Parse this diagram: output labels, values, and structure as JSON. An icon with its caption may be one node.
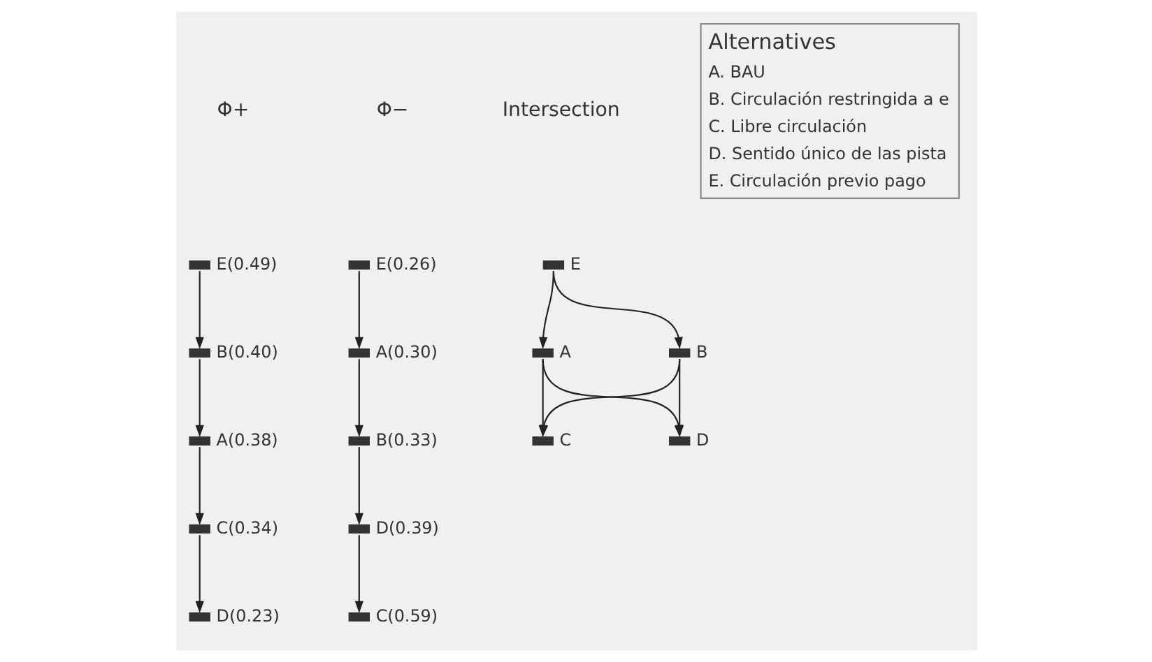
{
  "diagram": {
    "nodes": [
      {
        "text": [],
        "shape": "bar",
        "beside": [
          "E(0.49)"
        ]
      },
      {
        "text": [],
        "shape": "bar",
        "beside": [
          "B(0.40)"
        ]
      },
      {
        "text": [],
        "shape": "bar",
        "beside": [
          "A(0.38)"
        ]
      },
      {
        "text": [],
        "shape": "bar",
        "beside": [
          "C(0.34)"
        ]
      },
      {
        "text": [],
        "shape": "bar",
        "beside": [
          "D(0.23)"
        ]
      },
      {
        "text": [],
        "shape": "bar",
        "beside": [
          "E(0.26)"
        ]
      },
      {
        "text": [],
        "shape": "bar",
        "beside": [
          "A(0.30)"
        ]
      },
      {
        "text": [],
        "shape": "bar",
        "beside": [
          "B(0.33)"
        ]
      },
      {
        "text": [],
        "shape": "bar",
        "beside": [
          "D(0.39)"
        ]
      },
      {
        "text": [],
        "shape": "bar",
        "beside": [
          "C(0.59)"
        ]
      },
      {
        "text": [],
        "shape": "bar",
        "beside": [
          "E"
        ]
      },
      {
        "text": [],
        "shape": "bar",
        "beside": [
          "A"
        ]
      },
      {
        "text": [],
        "shape": "bar",
        "beside": [
          "B"
        ]
      },
      {
        "text": [],
        "shape": "bar",
        "beside": [
          "C"
        ]
      },
      {
        "text": [],
        "shape": "bar",
        "beside": [
          "D"
        ]
      }
    ],
    "edges": [
      {
        "from": 0,
        "to": 1,
        "arrow": "to"
      },
      {
        "from": 1,
        "to": 2,
        "arrow": "to"
      },
      {
        "from": 2,
        "to": 3,
        "arrow": "to"
      },
      {
        "from": 3,
        "to": 4,
        "arrow": "to"
      },
      {
        "from": 5,
        "to": 6,
        "arrow": "to"
      },
      {
        "from": 6,
        "to": 7,
        "arrow": "to"
      },
      {
        "from": 7,
        "to": 8,
        "arrow": "to"
      },
      {
        "from": 8,
        "to": 9,
        "arrow": "to"
      },
      {
        "from": 10,
        "to": 11,
        "arrow": "to"
      },
      {
        "from": 10,
        "to": 12,
        "arrow": "to"
      },
      {
        "from": 11,
        "to": 13,
        "arrow": "to"
      },
      {
        "from": 11,
        "to": 14,
        "arrow": "to"
      },
      {
        "from": 12,
        "to": 13,
        "arrow": "to"
      },
      {
        "from": 12,
        "to": 14,
        "arrow": "to"
      }
    ],
    "labels": [
      "Alternatives",
      "A. BAU",
      "B. Circulación restringida a e",
      "C. Libre circulación",
      "D. Sentido único de las pista",
      "E. Circulación previo pago",
      "Φ+",
      "Φ−",
      "Intersection"
    ]
  }
}
